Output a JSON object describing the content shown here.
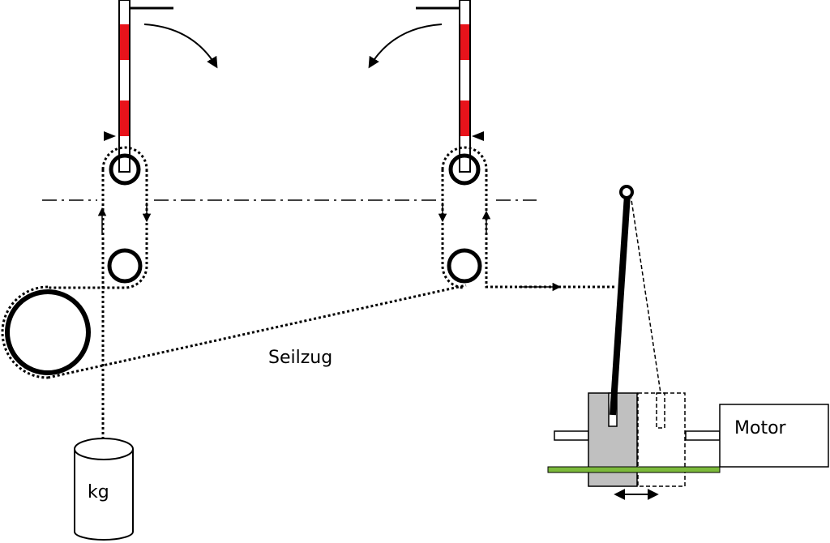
{
  "labels": {
    "cable": "Seilzug",
    "weight": "kg",
    "motor": "Motor"
  },
  "colors": {
    "stripe_red": "#e8131b",
    "rail_green": "#7cba3b",
    "block_grey": "#c0c0c0"
  }
}
